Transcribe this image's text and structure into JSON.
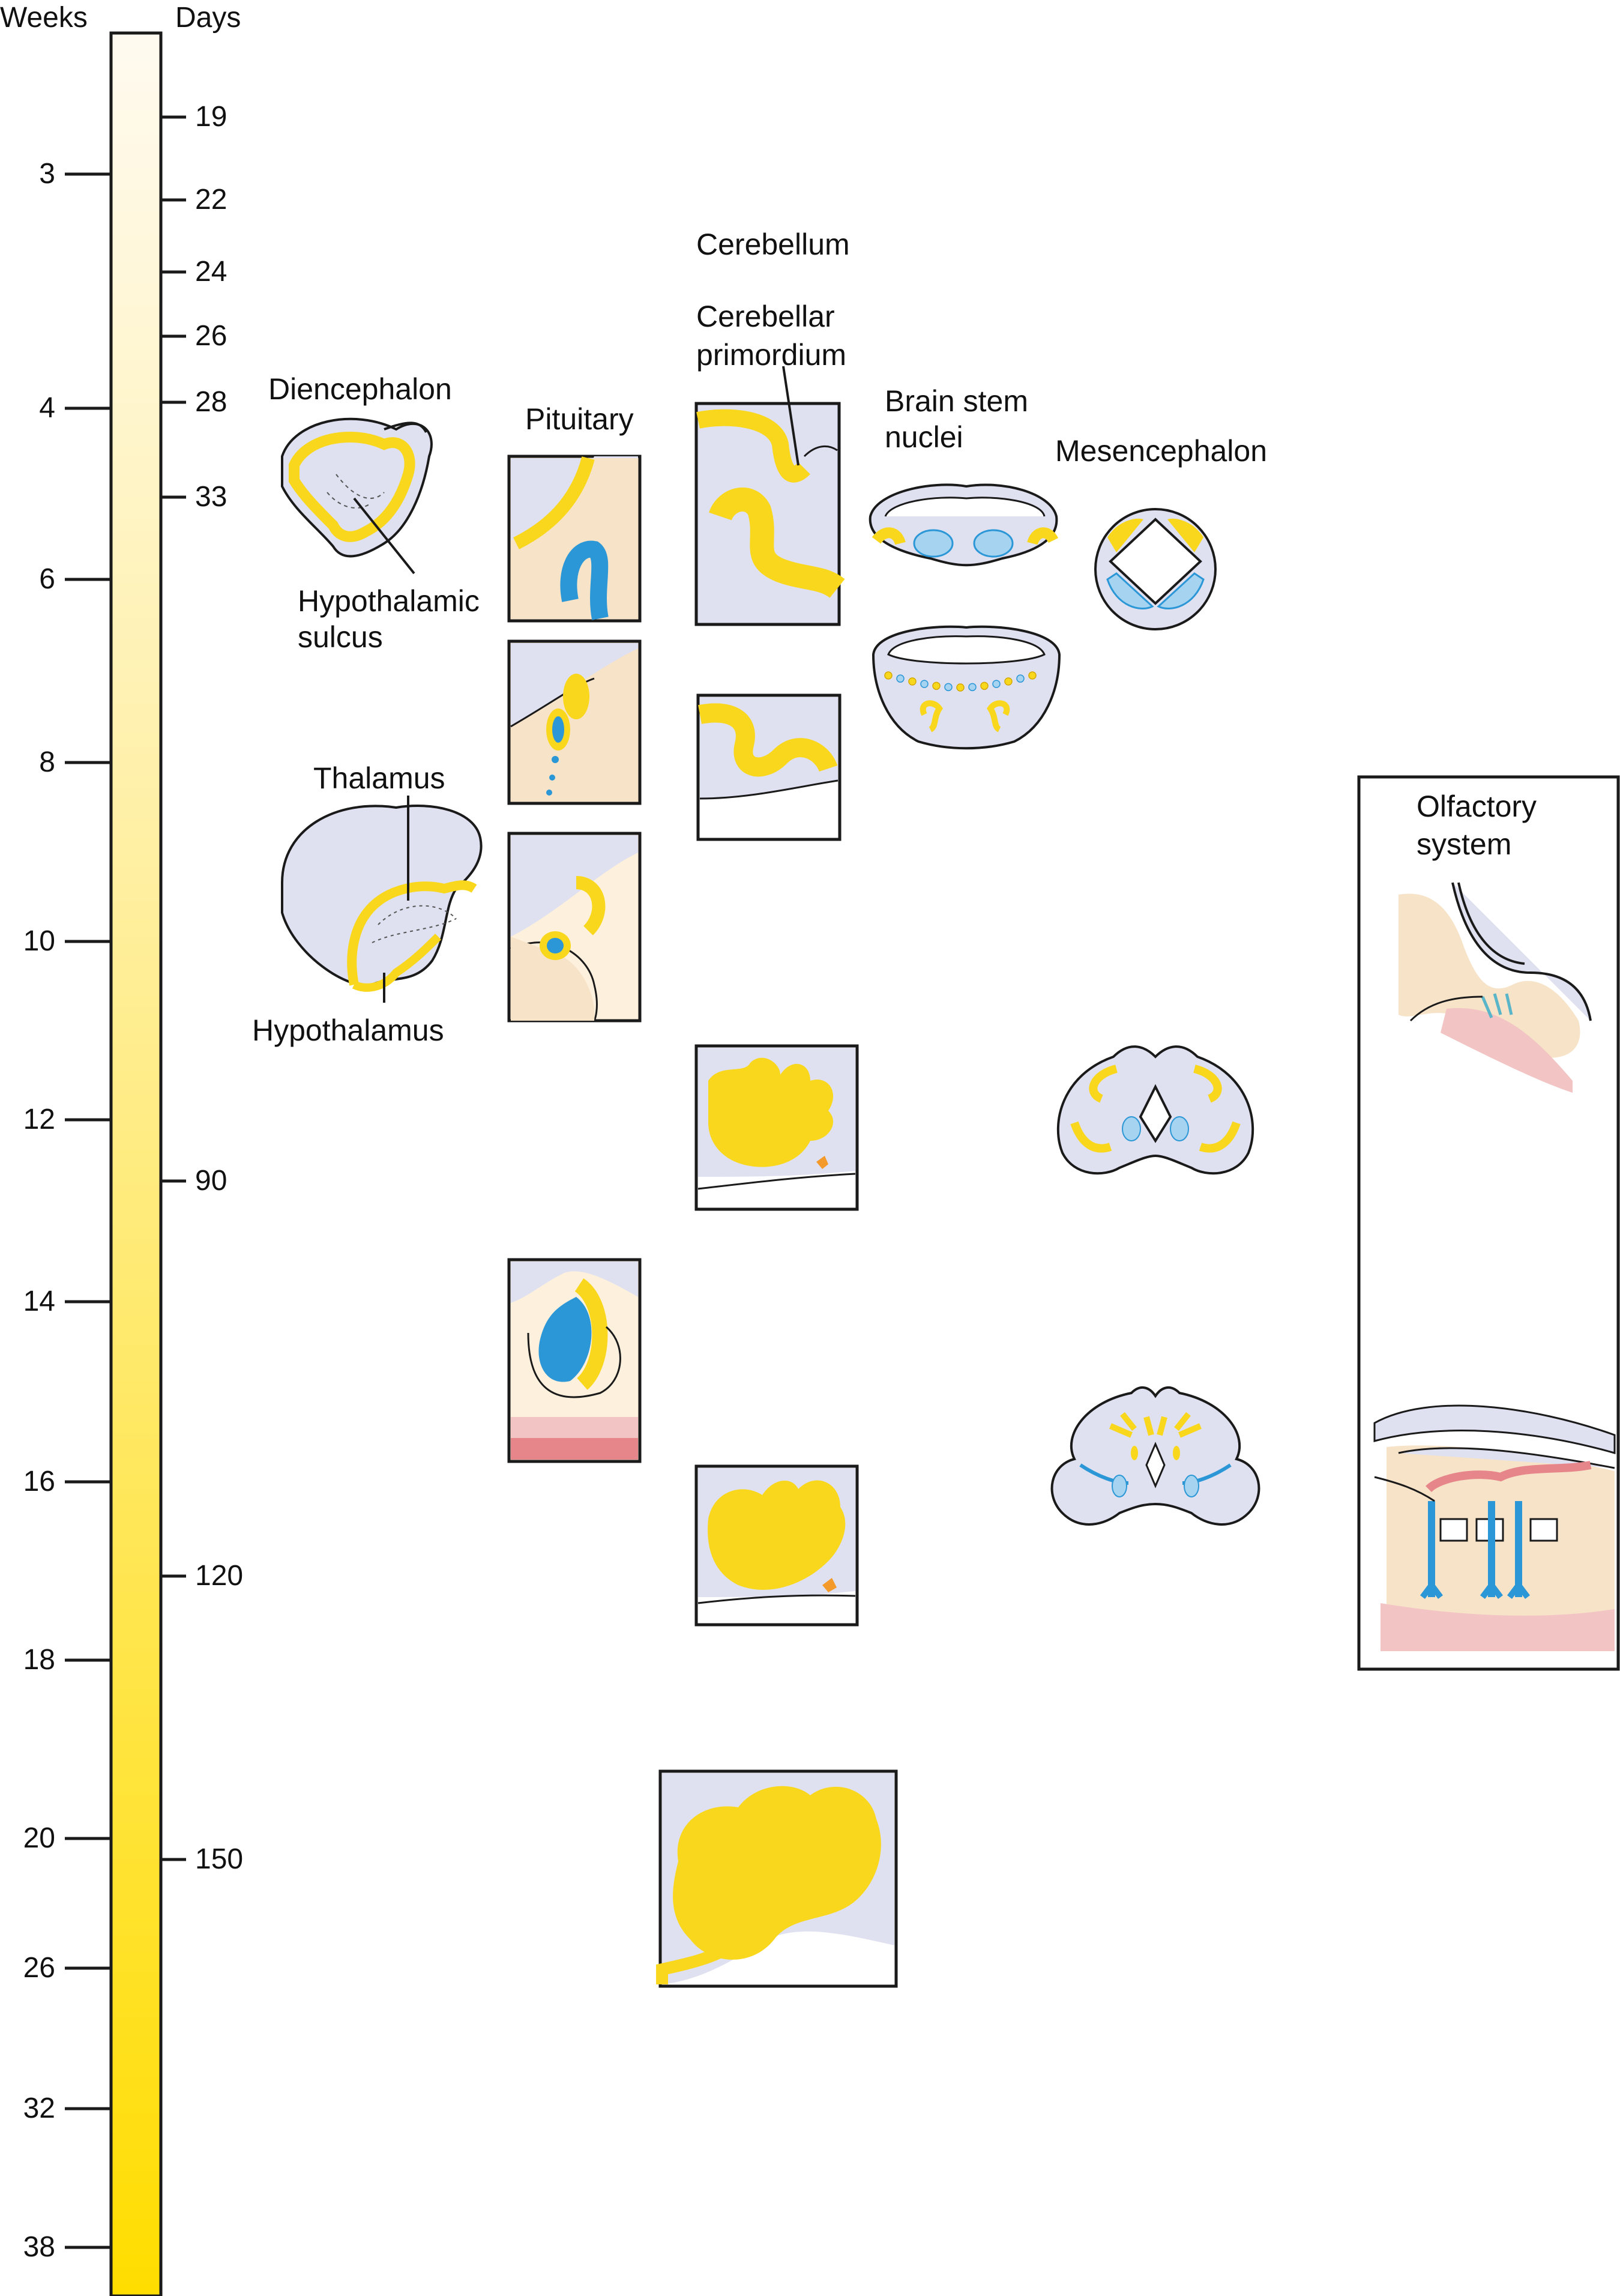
{
  "timeline": {
    "weeks_header": "Weeks",
    "days_header": "Days",
    "weeks": [
      {
        "label": "3",
        "value": 3
      },
      {
        "label": "4",
        "value": 4
      },
      {
        "label": "6",
        "value": 6
      },
      {
        "label": "8",
        "value": 8
      },
      {
        "label": "10",
        "value": 10
      },
      {
        "label": "12",
        "value": 12
      },
      {
        "label": "14",
        "value": 14
      },
      {
        "label": "16",
        "value": 16
      },
      {
        "label": "18",
        "value": 18
      },
      {
        "label": "20",
        "value": 20
      },
      {
        "label": "26",
        "value": 26
      },
      {
        "label": "32",
        "value": 32
      },
      {
        "label": "38",
        "value": 38
      }
    ],
    "days": [
      {
        "label": "19",
        "value": 19
      },
      {
        "label": "22",
        "value": 22
      },
      {
        "label": "24",
        "value": 24
      },
      {
        "label": "26",
        "value": 26
      },
      {
        "label": "28",
        "value": 28
      },
      {
        "label": "33",
        "value": 33
      },
      {
        "label": "90",
        "value": 90
      },
      {
        "label": "120",
        "value": 120
      },
      {
        "label": "150",
        "value": 150
      }
    ],
    "bar_gradient": [
      "#fffaf0",
      "#ffdd00"
    ]
  },
  "columns": {
    "diencephalon": {
      "title": "Diencephalon",
      "hypothalamic_sulcus_line1": "Hypothalamic",
      "hypothalamic_sulcus_line2": "sulcus",
      "thalamus": "Thalamus",
      "hypothalamus": "Hypothalamus"
    },
    "pituitary": {
      "title": "Pituitary"
    },
    "cerebellum": {
      "title": "Cerebellum",
      "primordium_line1": "Cerebellar",
      "primordium_line2": "primordium"
    },
    "brain_stem": {
      "title_line1": "Brain stem",
      "title_line2": "nuclei"
    },
    "mesencephalon": {
      "title": "Mesencephalon"
    },
    "olfactory": {
      "title_line1": "Olfactory",
      "title_line2": "system"
    }
  },
  "colors": {
    "yellow": "#f9d71c",
    "blue": "#2b97d6",
    "light_blue": "#a6d3f0",
    "lavender": "#dfe1f1",
    "peach": "#f7e3c8",
    "pink": "#f2c4c4",
    "red": "#e6858a",
    "outline": "#1a1a1a"
  }
}
